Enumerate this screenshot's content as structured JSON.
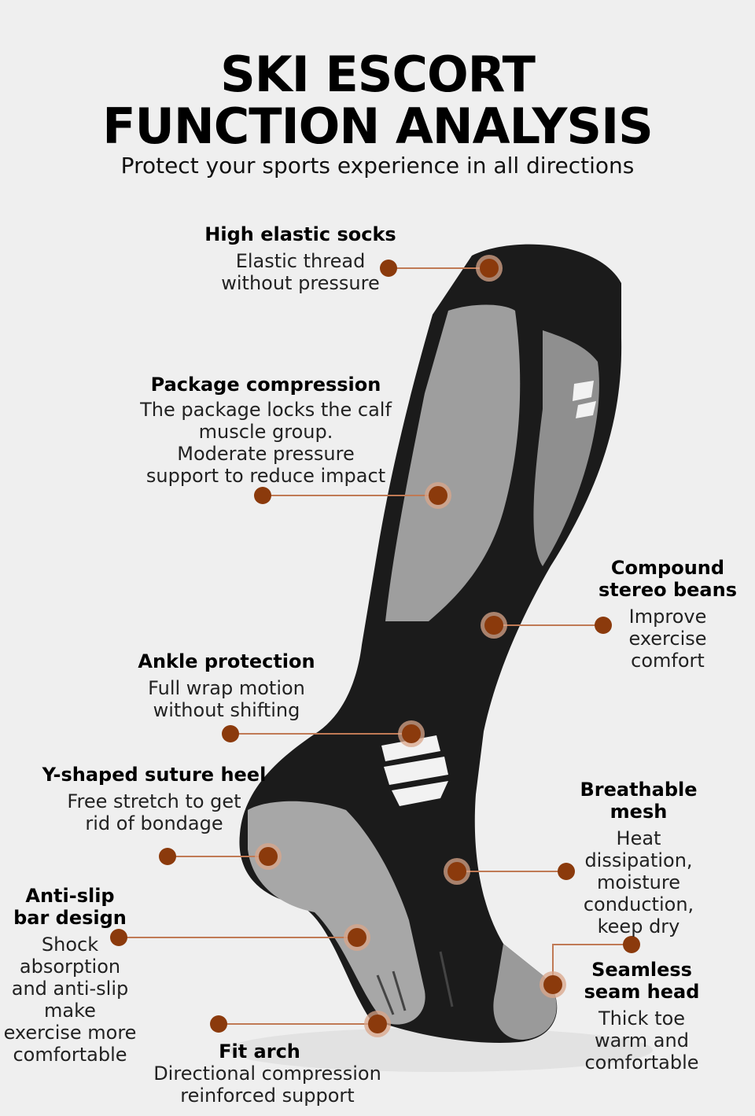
{
  "header": {
    "title_line1": "SKI ESCORT",
    "title_line2": "FUNCTION ANALYSIS",
    "subtitle": "Protect your sports experience in all directions"
  },
  "colors": {
    "background": "#efefef",
    "sock_black": "#1a1a1a",
    "sock_gray": "#9a9a9a",
    "marker": "#8b3a0c",
    "leader_line": "#c07a55"
  },
  "features": {
    "high_elastic": {
      "heading": "High elastic socks",
      "desc": [
        "Elastic thread",
        "without pressure"
      ]
    },
    "package": {
      "heading": "Package compression",
      "desc": [
        "The package locks the calf",
        "muscle group.",
        "Moderate pressure",
        "support to reduce impact"
      ]
    },
    "compound": {
      "heading": [
        "Compound",
        "stereo beans"
      ],
      "desc": [
        "Improve",
        "exercise",
        "comfort"
      ]
    },
    "ankle": {
      "heading": "Ankle protection",
      "desc": [
        "Full wrap motion",
        "without shifting"
      ]
    },
    "y_heel": {
      "heading": "Y-shaped suture heel",
      "desc": [
        "Free stretch to get",
        "rid of bondage"
      ]
    },
    "breathable": {
      "heading": "Breathable mesh",
      "desc": [
        "Heat",
        "dissipation,",
        "moisture",
        "conduction,",
        "keep dry"
      ]
    },
    "anti_slip": {
      "heading": [
        "Anti-slip",
        "bar design"
      ],
      "desc": [
        "Shock",
        "absorption",
        "and anti-slip",
        "make",
        "exercise more",
        "comfortable"
      ]
    },
    "seamless": {
      "heading": [
        "Seamless",
        "seam head"
      ],
      "desc": [
        "Thick toe",
        "warm and",
        "comfortable"
      ]
    },
    "fit_arch": {
      "heading": "Fit arch",
      "desc": [
        "Directional compression",
        "reinforced support"
      ]
    }
  }
}
